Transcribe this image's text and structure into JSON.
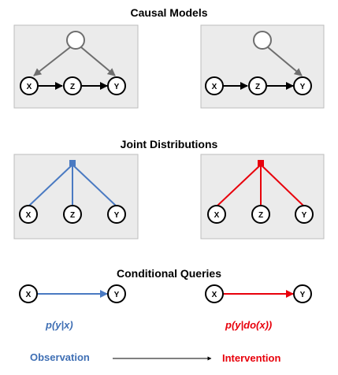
{
  "sections": {
    "causal_models": "Causal Models",
    "joint_distributions": "Joint Distributions",
    "conditional_queries": "Conditional Queries"
  },
  "nodes": {
    "x": "X",
    "z": "Z",
    "y": "Y"
  },
  "queries": {
    "observational": "p(y|x)",
    "interventional": "p(y|do(x))"
  },
  "footer": {
    "left": "Observation",
    "right": "Intervention"
  },
  "colors": {
    "panel_fill": "#ebebeb",
    "panel_border": "#bdbdbd",
    "edge_gray": "#6e6e6e",
    "edge_black": "#000000",
    "blue": "#4a7ac2",
    "red": "#e8000b",
    "obs_text": "#3f6fb4",
    "int_text": "#e8000b"
  }
}
